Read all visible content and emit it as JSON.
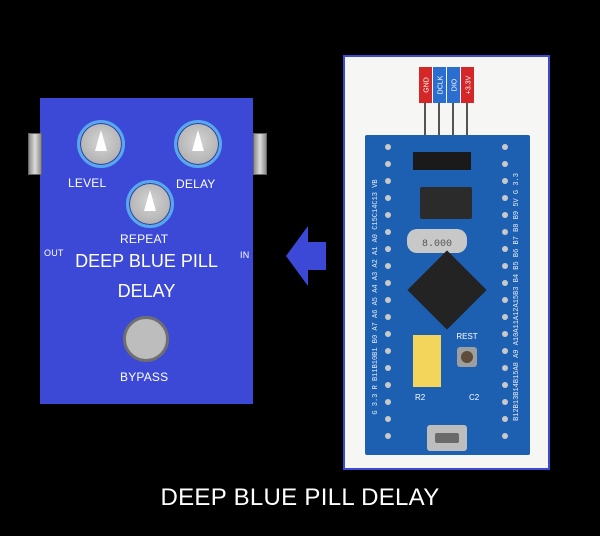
{
  "pedal": {
    "knobs": [
      {
        "label": "LEVEL"
      },
      {
        "label": "DELAY"
      },
      {
        "label": "REPEAT"
      }
    ],
    "name_line1": "DEEP BLUE PILL",
    "name_line2": "DELAY",
    "out_label": "OUT",
    "in_label": "IN",
    "bypass_label": "BYPASS",
    "body_color": "#3b49d6",
    "knob_ring_color": "#56a8f0"
  },
  "board": {
    "header_pins": [
      "GND",
      "DCLK",
      "DIO",
      "+3.3V"
    ],
    "pin_colors": [
      "#d42828",
      "#2a6fd0",
      "#2a6fd0",
      "#d42828"
    ],
    "left_pins_text": "G 3.3 R B11B10B1 B0 A7 A6 A5 A4 A3 A2 A1 A0 C15C14C13 VB",
    "right_pins_text": "B12B13B14B15A8 A9 A10A11A12A15B3 B4 B5 B6 B7 B8 B9 5V G 3.3",
    "chip_label": "8.000",
    "rest_label": "REST",
    "r2_label": "R2",
    "c2_label": "C2",
    "board_color": "#1d5fb0"
  },
  "footer": {
    "title": "DEEP BLUE PILL DELAY"
  }
}
